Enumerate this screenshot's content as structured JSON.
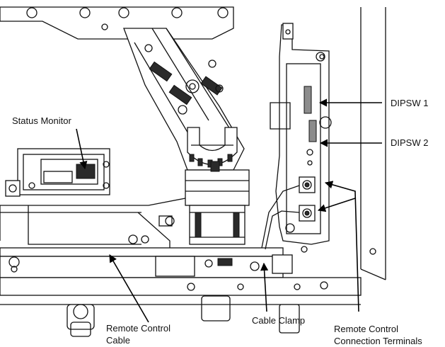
{
  "labels": {
    "status_monitor": "Status Monitor",
    "dipsw1": "DIPSW 1",
    "dipsw2": "DIPSW 2",
    "cable_clamp": "Cable Clamp",
    "remote_control_cable_line1": "Remote Control",
    "remote_control_cable_line2": "Cable",
    "remote_control_terminals_line1": "Remote Control",
    "remote_control_terminals_line2": "Connection Terminals"
  }
}
